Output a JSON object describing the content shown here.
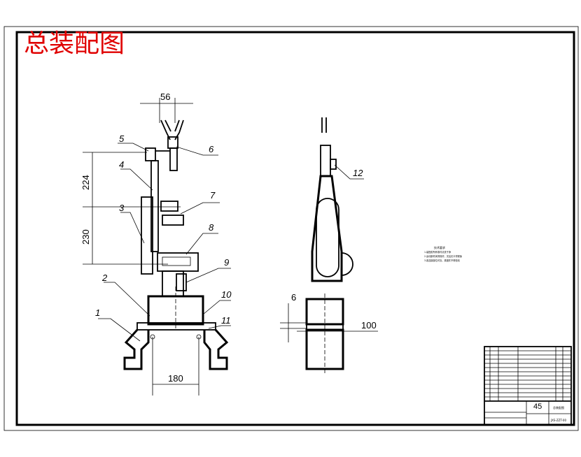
{
  "drawing_title": "总装配图",
  "dimensions": {
    "gripper_span": "56",
    "upper_height": "224",
    "lower_height": "230",
    "base_width": "180",
    "side_offset": "6",
    "side_width": "100"
  },
  "part_numbers": [
    "1",
    "2",
    "3",
    "4",
    "5",
    "6",
    "7",
    "8",
    "9",
    "10",
    "11",
    "12"
  ],
  "notes": {
    "heading": "技术要求",
    "lines": [
      "1.装配前所有零件清洗干净",
      "2.运动部件润滑良好，灵活无卡滞现象",
      "3.各连接部位可靠，紧固件不得松动"
    ]
  },
  "title_block": {
    "material": "45",
    "drawing_no": "JXS-ZZT-00",
    "name": "总装配图"
  }
}
